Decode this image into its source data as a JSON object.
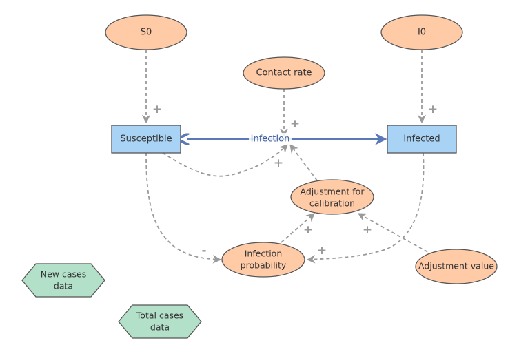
{
  "colors": {
    "auxiliary_fill": "#ffcaa6",
    "stock_fill": "#a9d3f5",
    "data_fill": "#b3e0c9",
    "flow": "#5b78b8",
    "link": "#9a9a9a",
    "outline": "#555555"
  },
  "nodes": {
    "s0": "S0",
    "i0": "I0",
    "contact_rate": "Contact rate",
    "susceptible": "Susceptible",
    "infected": "Infected",
    "infection_flow": "Infection",
    "adjustment_calibration": [
      "Adjustment for",
      "calibration"
    ],
    "infection_probability": [
      "Infection",
      "probability"
    ],
    "adjustment_value": "Adjustment value",
    "new_cases_data": [
      "New cases",
      "data"
    ],
    "total_cases_data": [
      "Total cases",
      "data"
    ]
  },
  "polarity": {
    "s0_to_susceptible": "+",
    "i0_to_infected": "+",
    "contact_rate_to_infection": "+",
    "susceptible_to_infection": "+",
    "susceptible_to_infection_probability": "-",
    "infected_to_infection_probability": "+",
    "infection_probability_to_adjustment": "+",
    "adjustment_value_to_adjustment": "+"
  }
}
